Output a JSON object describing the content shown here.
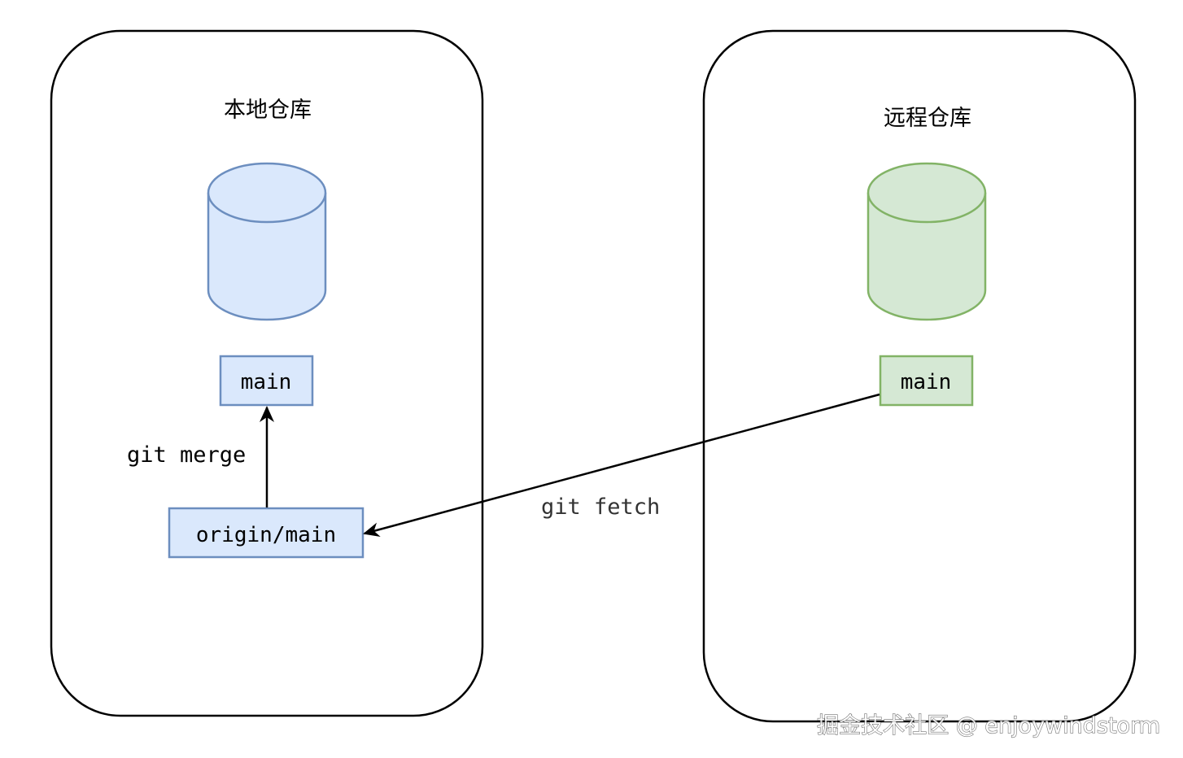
{
  "repos": {
    "local": {
      "title": "本地仓库",
      "db_fill": "#dae8fc",
      "db_stroke": "#6c8ebf"
    },
    "remote": {
      "title": "远程仓库",
      "db_fill": "#d5e8d4",
      "db_stroke": "#82b366"
    }
  },
  "branches": {
    "local_main": "main",
    "origin_main": "origin/main",
    "remote_main": "main"
  },
  "edges": {
    "merge": {
      "label": "git merge",
      "color": "#000000"
    },
    "fetch": {
      "label": "git fetch",
      "color": "#333333"
    }
  },
  "watermark": "掘金技术社区 @ enjoywindstorm"
}
